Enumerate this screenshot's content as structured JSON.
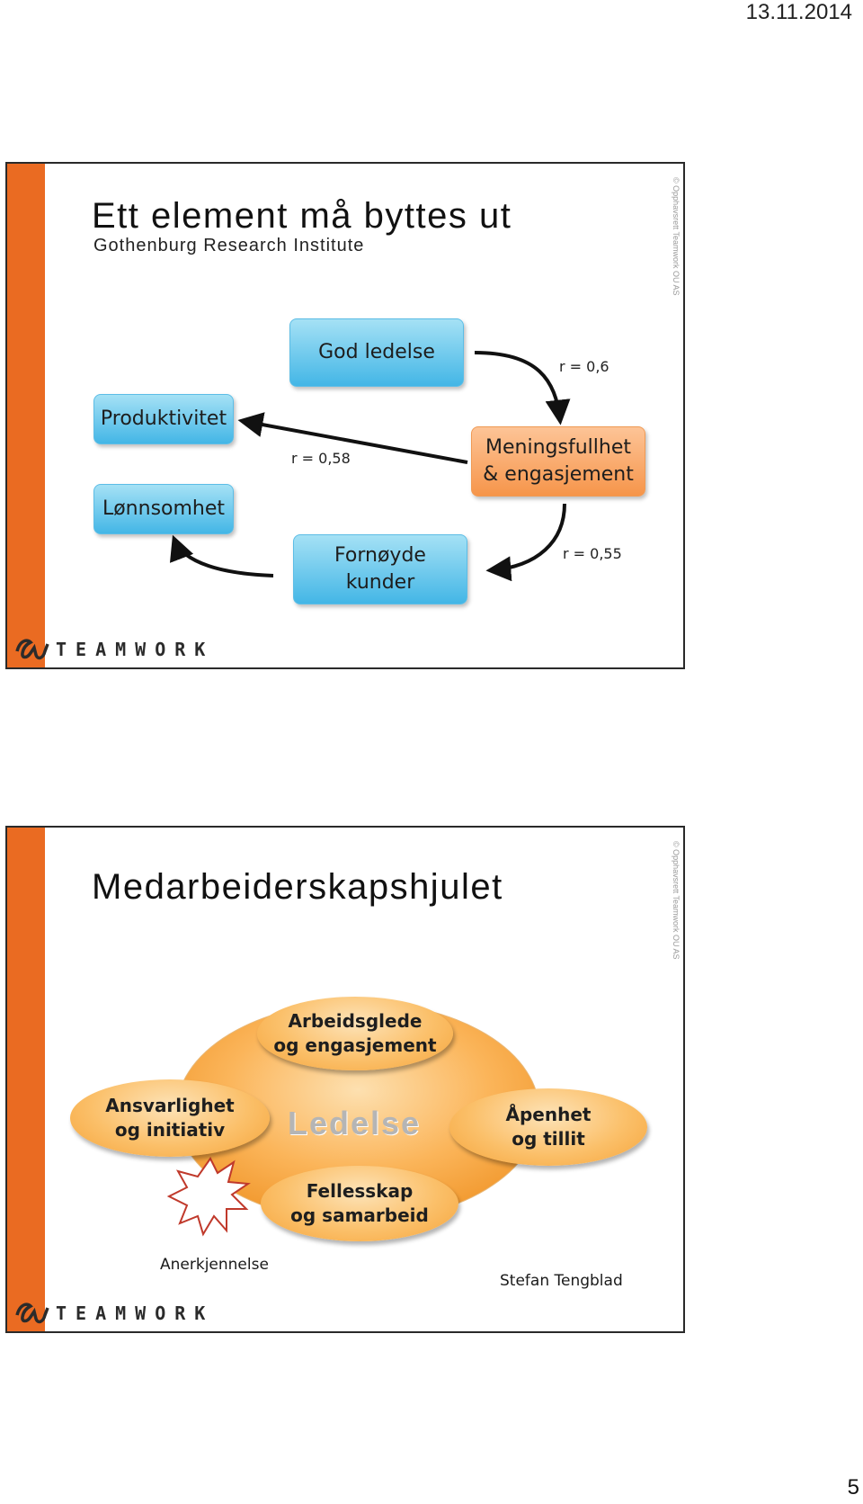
{
  "page": {
    "date": "13.11.2014",
    "page_number": "5"
  },
  "slide1": {
    "title": "Ett element må byttes ut",
    "subtitle": "Gothenburg Research Institute",
    "copyright": "© Opphavsrett Teamwork OU AS",
    "boxes": {
      "god_ledelse": "God ledelse",
      "produktivitet": "Produktivitet",
      "lonnsomhet": "Lønnsomhet",
      "meningsfullhet_line1": "Meningsfullhet",
      "meningsfullhet_line2": "& engasjement",
      "fornoyde_line1": "Fornøyde",
      "fornoyde_line2": "kunder"
    },
    "correlations": {
      "r1": "r = 0,6",
      "r2": "r = 0,58",
      "r3": "r = 0,55"
    },
    "logo_text": "TEAMWORK"
  },
  "slide2": {
    "title": "Medarbeiderskapshjulet",
    "copyright": "© Opphavsrett Teamwork OU AS",
    "center_label": "Ledelse",
    "ovals": {
      "top_line1": "Arbeidsglede",
      "top_line2": "og engasjement",
      "left_line1": "Ansvarlighet",
      "left_line2": "og initiativ",
      "right_line1": "Åpenhet",
      "right_line2": "og tillit",
      "bottom_line1": "Fellesskap",
      "bottom_line2": "og samarbeid"
    },
    "recognition_label": "Anerkjennelse",
    "author": "Stefan Tengblad",
    "logo_text": "TEAMWORK"
  },
  "colors": {
    "orange_bar": "#ea6b22",
    "blue_box": "#43b6e6",
    "orange_box": "#f6954a",
    "wheel": "#f5a43a"
  }
}
